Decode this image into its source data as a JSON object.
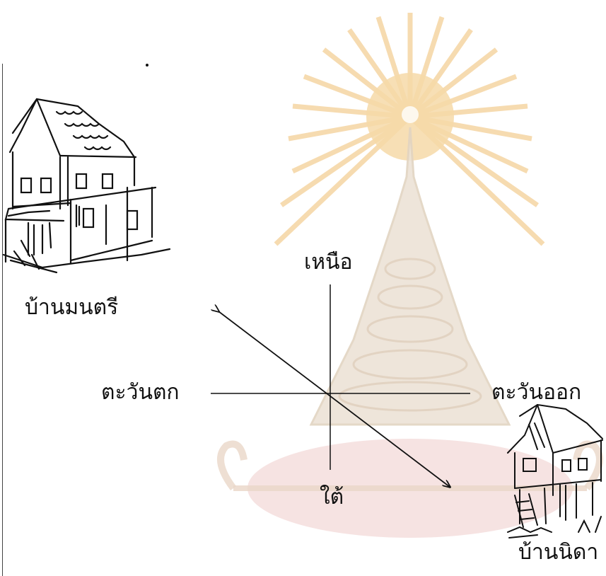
{
  "labels": {
    "north": "เหนือ",
    "south": "ใต้",
    "west": "ตะวันตก",
    "east": "ตะวันออก",
    "house_left": "บ้านมนตรี",
    "house_right": "บ้านนิดา"
  },
  "watermark": {
    "description": "Chulalongkorn University seal",
    "glow_color": "#f6d9a8",
    "rays_color": "#f3cf96",
    "stupa_color": "#ede3d6",
    "base_color": "#f4dedd"
  },
  "ink_color": "#111111"
}
